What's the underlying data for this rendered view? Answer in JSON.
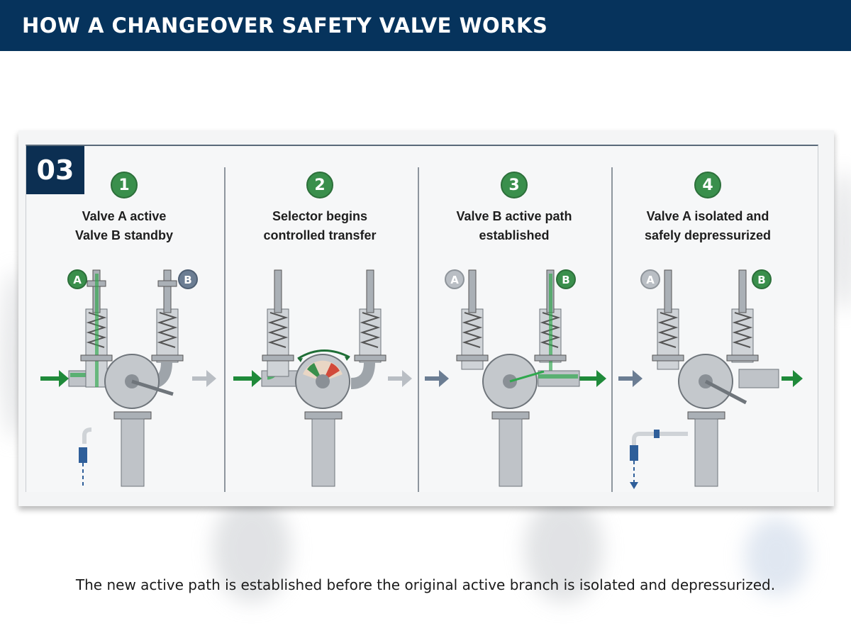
{
  "header": {
    "title": "HOW A CHANGEOVER SAFETY VALVE WORKS"
  },
  "panel": {
    "step_number": "03",
    "steps": [
      {
        "number": "1",
        "caption_line1": "Valve A active",
        "caption_line2": "Valve B standby",
        "valve_a_label": "A",
        "valve_b_label": "B",
        "active_valve": "A"
      },
      {
        "number": "2",
        "caption_line1": "Selector begins",
        "caption_line2": "controlled transfer",
        "active_valve": "transfer"
      },
      {
        "number": "3",
        "caption_line1": "Valve B active path",
        "caption_line2": "established",
        "valve_a_label": "A",
        "valve_b_label": "B",
        "active_valve": "B"
      },
      {
        "number": "4",
        "caption_line1": "Valve A isolated and",
        "caption_line2": "safely depressurized",
        "valve_a_label": "A",
        "valve_b_label": "B",
        "active_valve": "B"
      }
    ]
  },
  "footer": {
    "text": "The new active path is established before the original active branch is isolated and depressurized."
  },
  "colors": {
    "header_bg": "#06335c",
    "active_green": "#3a8f4c",
    "inactive_grey": "#b9bec4",
    "arrow_green": "#1f8a3a",
    "arrow_blue": "#6b7d93",
    "drain_blue": "#2f5f9a"
  }
}
